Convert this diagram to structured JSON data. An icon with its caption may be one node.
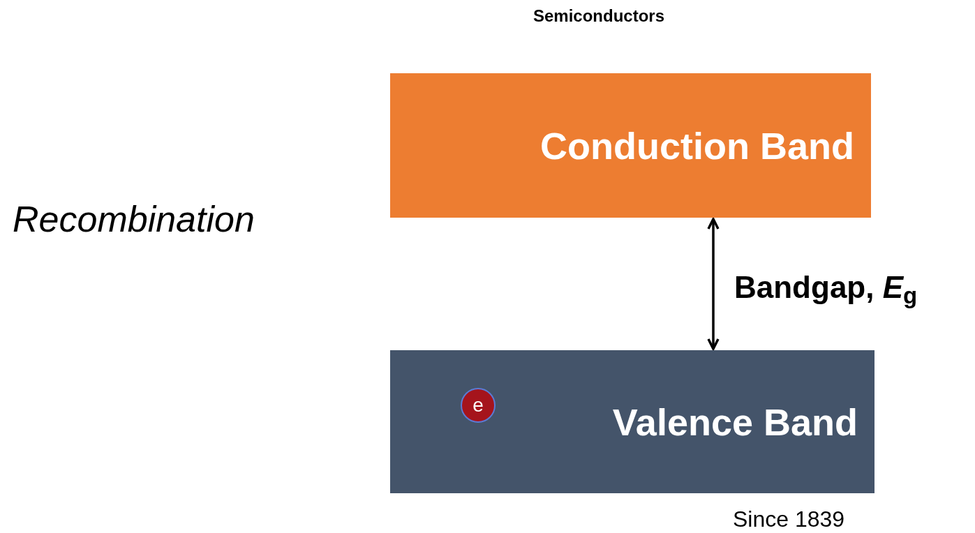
{
  "diagram": {
    "title": "Semiconductors",
    "nodes": [
      {
        "text": [
          "Conduction Band"
        ]
      },
      {
        "text": [
          "Valence Band"
        ]
      },
      {
        "text": [
          "e"
        ],
        "in": 1
      }
    ],
    "edges": [
      {
        "from": 0,
        "to": 1,
        "arrow": "both",
        "label": "Bandgap, *E*$_{g}$"
      }
    ],
    "labels": [
      "Recombination",
      "Since 1839"
    ]
  }
}
